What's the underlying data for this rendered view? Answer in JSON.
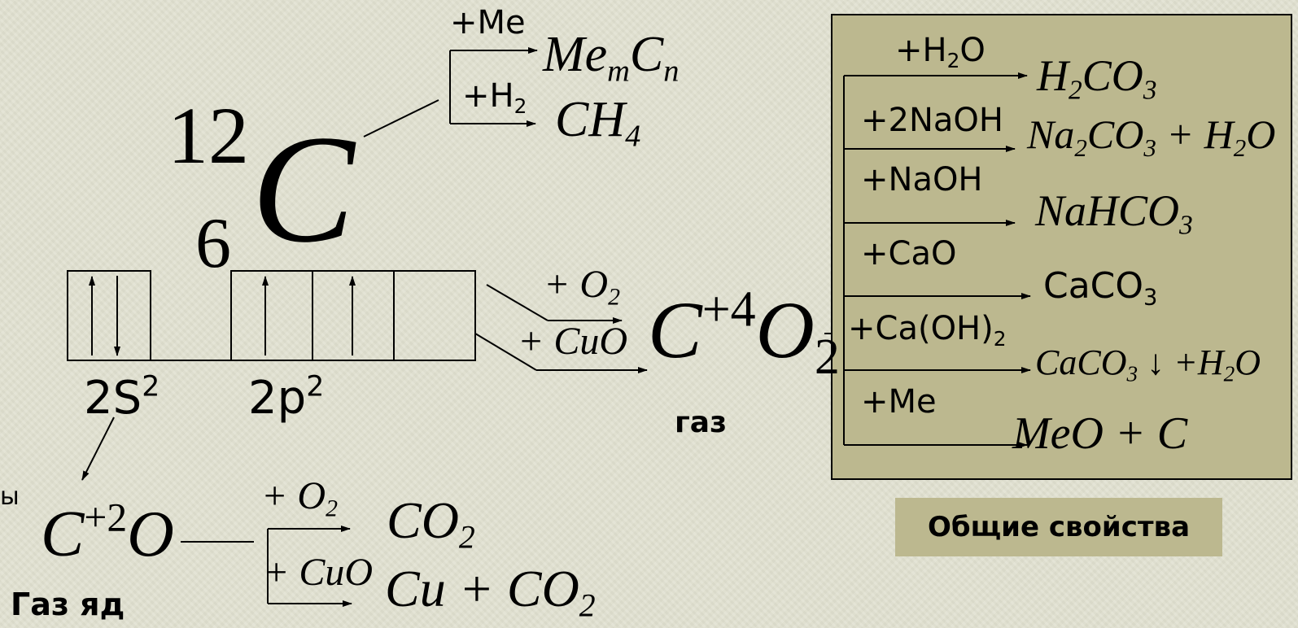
{
  "carbon": {
    "mass_number": "12",
    "atomic_number": "6",
    "symbol": "C"
  },
  "orbitals": {
    "s_label_main": "2S",
    "s_label_sup": "2",
    "p_label_main": "2p",
    "p_label_sup": "2"
  },
  "top_reactions": {
    "me": {
      "reagent": "+Me",
      "product_main_1": "Me",
      "product_sub_1": "m",
      "product_main_2": "C",
      "product_sub_2": "n"
    },
    "h2": {
      "reagent_main": "+H",
      "reagent_sub": "2",
      "product_main": "CH",
      "product_sub": "4"
    }
  },
  "co2_formation": {
    "reagent1_main": "+ O",
    "reagent1_sub": "2",
    "reagent2": "+ CuO"
  },
  "co2": {
    "c": "C",
    "ox": "+4",
    "o": "O",
    "o_sub": "2",
    "state": "газ"
  },
  "co": {
    "c": "C",
    "ox": "+2",
    "o": "O",
    "state": "Газ яд",
    "partial_left": "ы",
    "r1_main": "+ O",
    "r1_sub": "2",
    "p1_main": "CO",
    "p1_sub": "2",
    "r2": "+ CuO",
    "p2_main": "Cu + CO",
    "p2_sub": "2"
  },
  "general_properties": {
    "title": "Общие свойства",
    "reactions": [
      {
        "reagent_main": "+H",
        "reagent_sub": "2",
        "reagent_tail": "O",
        "product_html": "H<sub>2</sub>CO<sub>3</sub>"
      },
      {
        "reagent_main": "+2NaOH",
        "reagent_sub": "",
        "reagent_tail": "",
        "product_html": "Na<sub>2</sub>CO<sub>3</sub> + H<sub>2</sub>O"
      },
      {
        "reagent_main": "+NaOH",
        "reagent_sub": "",
        "reagent_tail": "",
        "product_html": "NaHCO<sub>3</sub>"
      },
      {
        "reagent_main": "+CaO",
        "reagent_sub": "",
        "reagent_tail": "",
        "product_html": "CaCO<sub>3</sub>"
      },
      {
        "reagent_main": "+Ca(OH)",
        "reagent_sub": "2",
        "reagent_tail": "",
        "product_html": "CaCO<sub>3</sub> ↓ +H<sub>2</sub>O"
      },
      {
        "reagent_main": "+Me",
        "reagent_sub": "",
        "reagent_tail": "",
        "product_html": "MeO + C"
      }
    ]
  }
}
